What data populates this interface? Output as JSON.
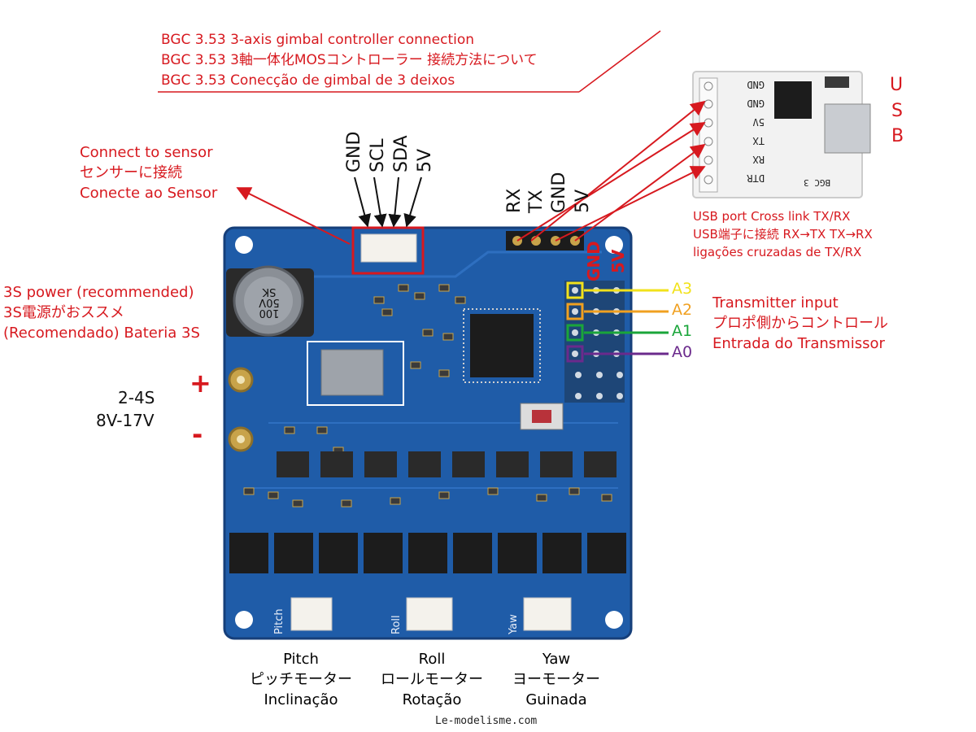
{
  "title": {
    "line1": "BGC 3.53 3-axis gimbal controller connection",
    "line2": "BGC 3.53 3軸一体化MOSコントローラー 接続方法について",
    "line3": "BGC 3.53 Conecção de gimbal de 3 deixos"
  },
  "sensor": {
    "line1": "Connect to sensor",
    "line2": "センサーに接続",
    "line3": "Conecte ao Sensor",
    "pins": [
      "GND",
      "SCL",
      "SDA",
      "5V"
    ]
  },
  "serial": {
    "pins": [
      "RX",
      "TX",
      "GND",
      "5V"
    ]
  },
  "usb": {
    "label_chars": [
      "U",
      "S",
      "B"
    ],
    "board_pins": [
      "DTR",
      "RX",
      "TX",
      "5V",
      "GND",
      "GND"
    ],
    "board_text": "BGC 3",
    "note_line1": "USB port     Cross link TX/RX",
    "note_line2": "USB端子に接続    RX→TX  TX→RX",
    "note_line3": "ligações cruzadas de TX/RX"
  },
  "power": {
    "line1": "3S power (recommended)",
    "line2": "3S電源がおススメ",
    "line3": "(Recomendado) Bateria 3S",
    "cells": "2-4S",
    "voltage": "8V-17V",
    "plus": "+",
    "minus": "-"
  },
  "transmitter": {
    "header": [
      "GND",
      "5V"
    ],
    "channels": [
      {
        "name": "A3",
        "color": "#f2e21b"
      },
      {
        "name": "A2",
        "color": "#f0a020"
      },
      {
        "name": "A1",
        "color": "#1aa53a"
      },
      {
        "name": "A0",
        "color": "#6b2a8c"
      }
    ],
    "line1": "Transmitter input",
    "line2": "プロポ側からコントロール",
    "line3": "Entrada do Transmissor"
  },
  "capacitor": {
    "line1": "100",
    "line2": "50V",
    "line3": "SK"
  },
  "motors": [
    {
      "name": "Pitch",
      "jp": "ピッチモーター",
      "pt": "Inclinação",
      "silk": "Pitch"
    },
    {
      "name": "Roll",
      "jp": "ロールモーター",
      "pt": "Rotação",
      "silk": "Roll"
    },
    {
      "name": "Yaw",
      "jp": "ヨーモーター",
      "pt": "Guinada",
      "silk": "Yaw"
    }
  ],
  "footer": "Le-modelisme.com",
  "colors": {
    "annotation": "#d7191f",
    "pcb": "#1f5ca8",
    "pcb_dark": "#163f7a",
    "chip": "#1c1c1c",
    "pad": "#c8a34a"
  }
}
